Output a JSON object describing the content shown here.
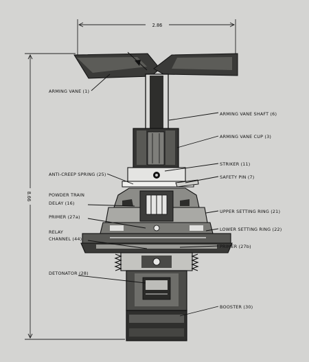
{
  "dimensions": {
    "width_label": "2.86",
    "height_label": "8.66"
  },
  "labels": {
    "arming_vane": "ARMING VANE (1)",
    "arming_vane_shaft": "ARMING VANE SHAFT (6)",
    "arming_vane_cup": "ARMING VANE CUP (3)",
    "striker": "STRIKER (11)",
    "anti_creep_spring": "ANTI-CREEP SPRING (25)",
    "safety_pin": "SAFETY PIN (7)",
    "powder_train_line1": "POWDER TRAIN",
    "powder_train_line2": "DELAY (16)",
    "upper_setting_ring": "UPPER SETTING RING (21)",
    "primer_a": "PRIMER (27a)",
    "lower_setting_ring": "LOWER SETTING RING (22)",
    "relay_channel_line1": "RELAY",
    "relay_channel_line2": "CHANNEL (44)",
    "primer_b": "PRIMER (27b)",
    "detonator": "DETONATOR (28)",
    "booster": "BOOSTER (30)"
  }
}
